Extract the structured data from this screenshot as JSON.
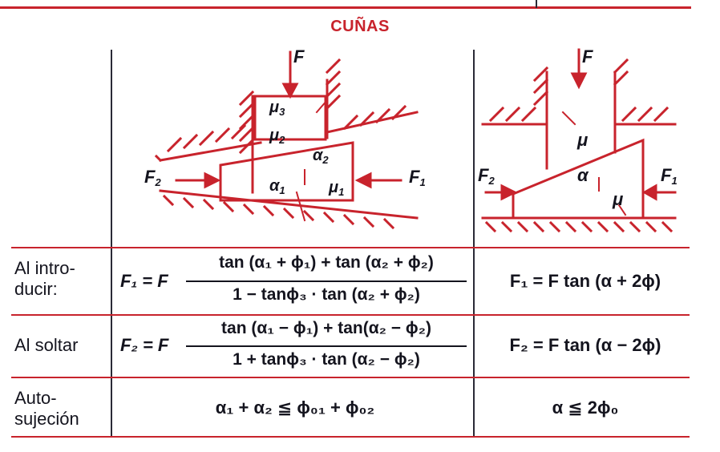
{
  "title": "CUÑAS",
  "diagram_left": {
    "labels": {
      "F": "F",
      "F1": "F",
      "F1_sub": "1",
      "F2": "F",
      "F2_sub": "2",
      "mu1": "μ",
      "mu1_sub": "1",
      "mu2": "μ",
      "mu2_sub": "2",
      "mu3": "μ",
      "mu3_sub": "3",
      "alpha1": "α",
      "alpha1_sub": "1",
      "alpha2": "α",
      "alpha2_sub": "2"
    }
  },
  "diagram_right": {
    "labels": {
      "F": "F",
      "F1": "F",
      "F1_sub": "1",
      "F2": "F",
      "F2_sub": "2",
      "mu_top": "μ",
      "mu_bottom": "μ",
      "alpha": "α"
    }
  },
  "rows": [
    {
      "label_line1": "Al intro-",
      "label_line2": "ducir:",
      "formula_left": "F₁ = F",
      "numerator": "tan (α₁ + ϕ₁) + tan (α₂ + ϕ₂)",
      "denominator": "1 − tanϕ₃ · tan (α₂ + ϕ₂)",
      "formula_right": "F₁ = F tan (α + 2ϕ)"
    },
    {
      "label_line1": "Al soltar",
      "label_line2": "",
      "formula_left": "F₂ = F",
      "numerator": "tan (α₁ − ϕ₁) + tan(α₂ − ϕ₂)",
      "denominator": "1 + tanϕ₃ · tan (α₂ − ϕ₂)",
      "formula_right": "F₂ = F tan (α − 2ϕ)"
    },
    {
      "label_line1": "Auto-",
      "label_line2": "sujeción",
      "formula_left": "α₁ + α₂ ≦ ϕ₀₁ + ϕ₀₂",
      "formula_right": "α ≦ 2ϕ₀"
    }
  ],
  "colors": {
    "accent": "#c8232c",
    "text": "#14141e",
    "rule": "#2a2a36"
  }
}
